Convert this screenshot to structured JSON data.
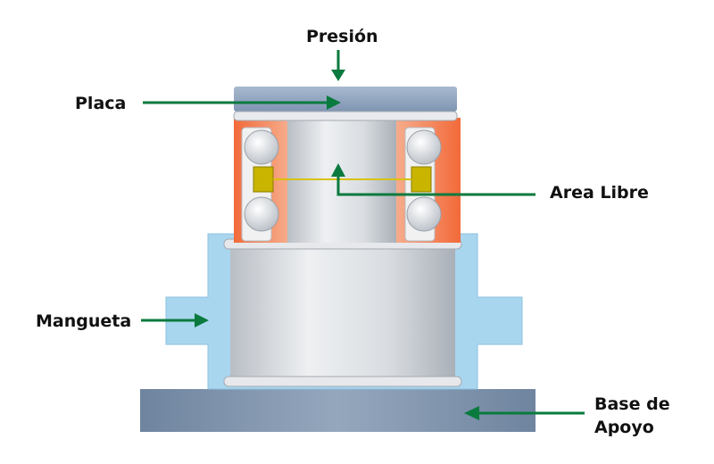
{
  "labels": {
    "presion": "Presión",
    "placa": "Placa",
    "area_libre": "Area Libre",
    "mangueta": "Mangueta",
    "base_line1": "Base de",
    "base_line2": "Apoyo"
  },
  "colors": {
    "arrow": "#0a7a3e",
    "plate": "#8fa4c0",
    "knuckle": "#a9d6ef",
    "base": "#7e93ad",
    "bearing_outer": "#f08a5d",
    "cylinder": "#d7dbe0",
    "spacer": "#c9b400",
    "ball": "#ffffff"
  },
  "icons": [
    "down-arrow",
    "right-arrow",
    "left-arrow"
  ]
}
